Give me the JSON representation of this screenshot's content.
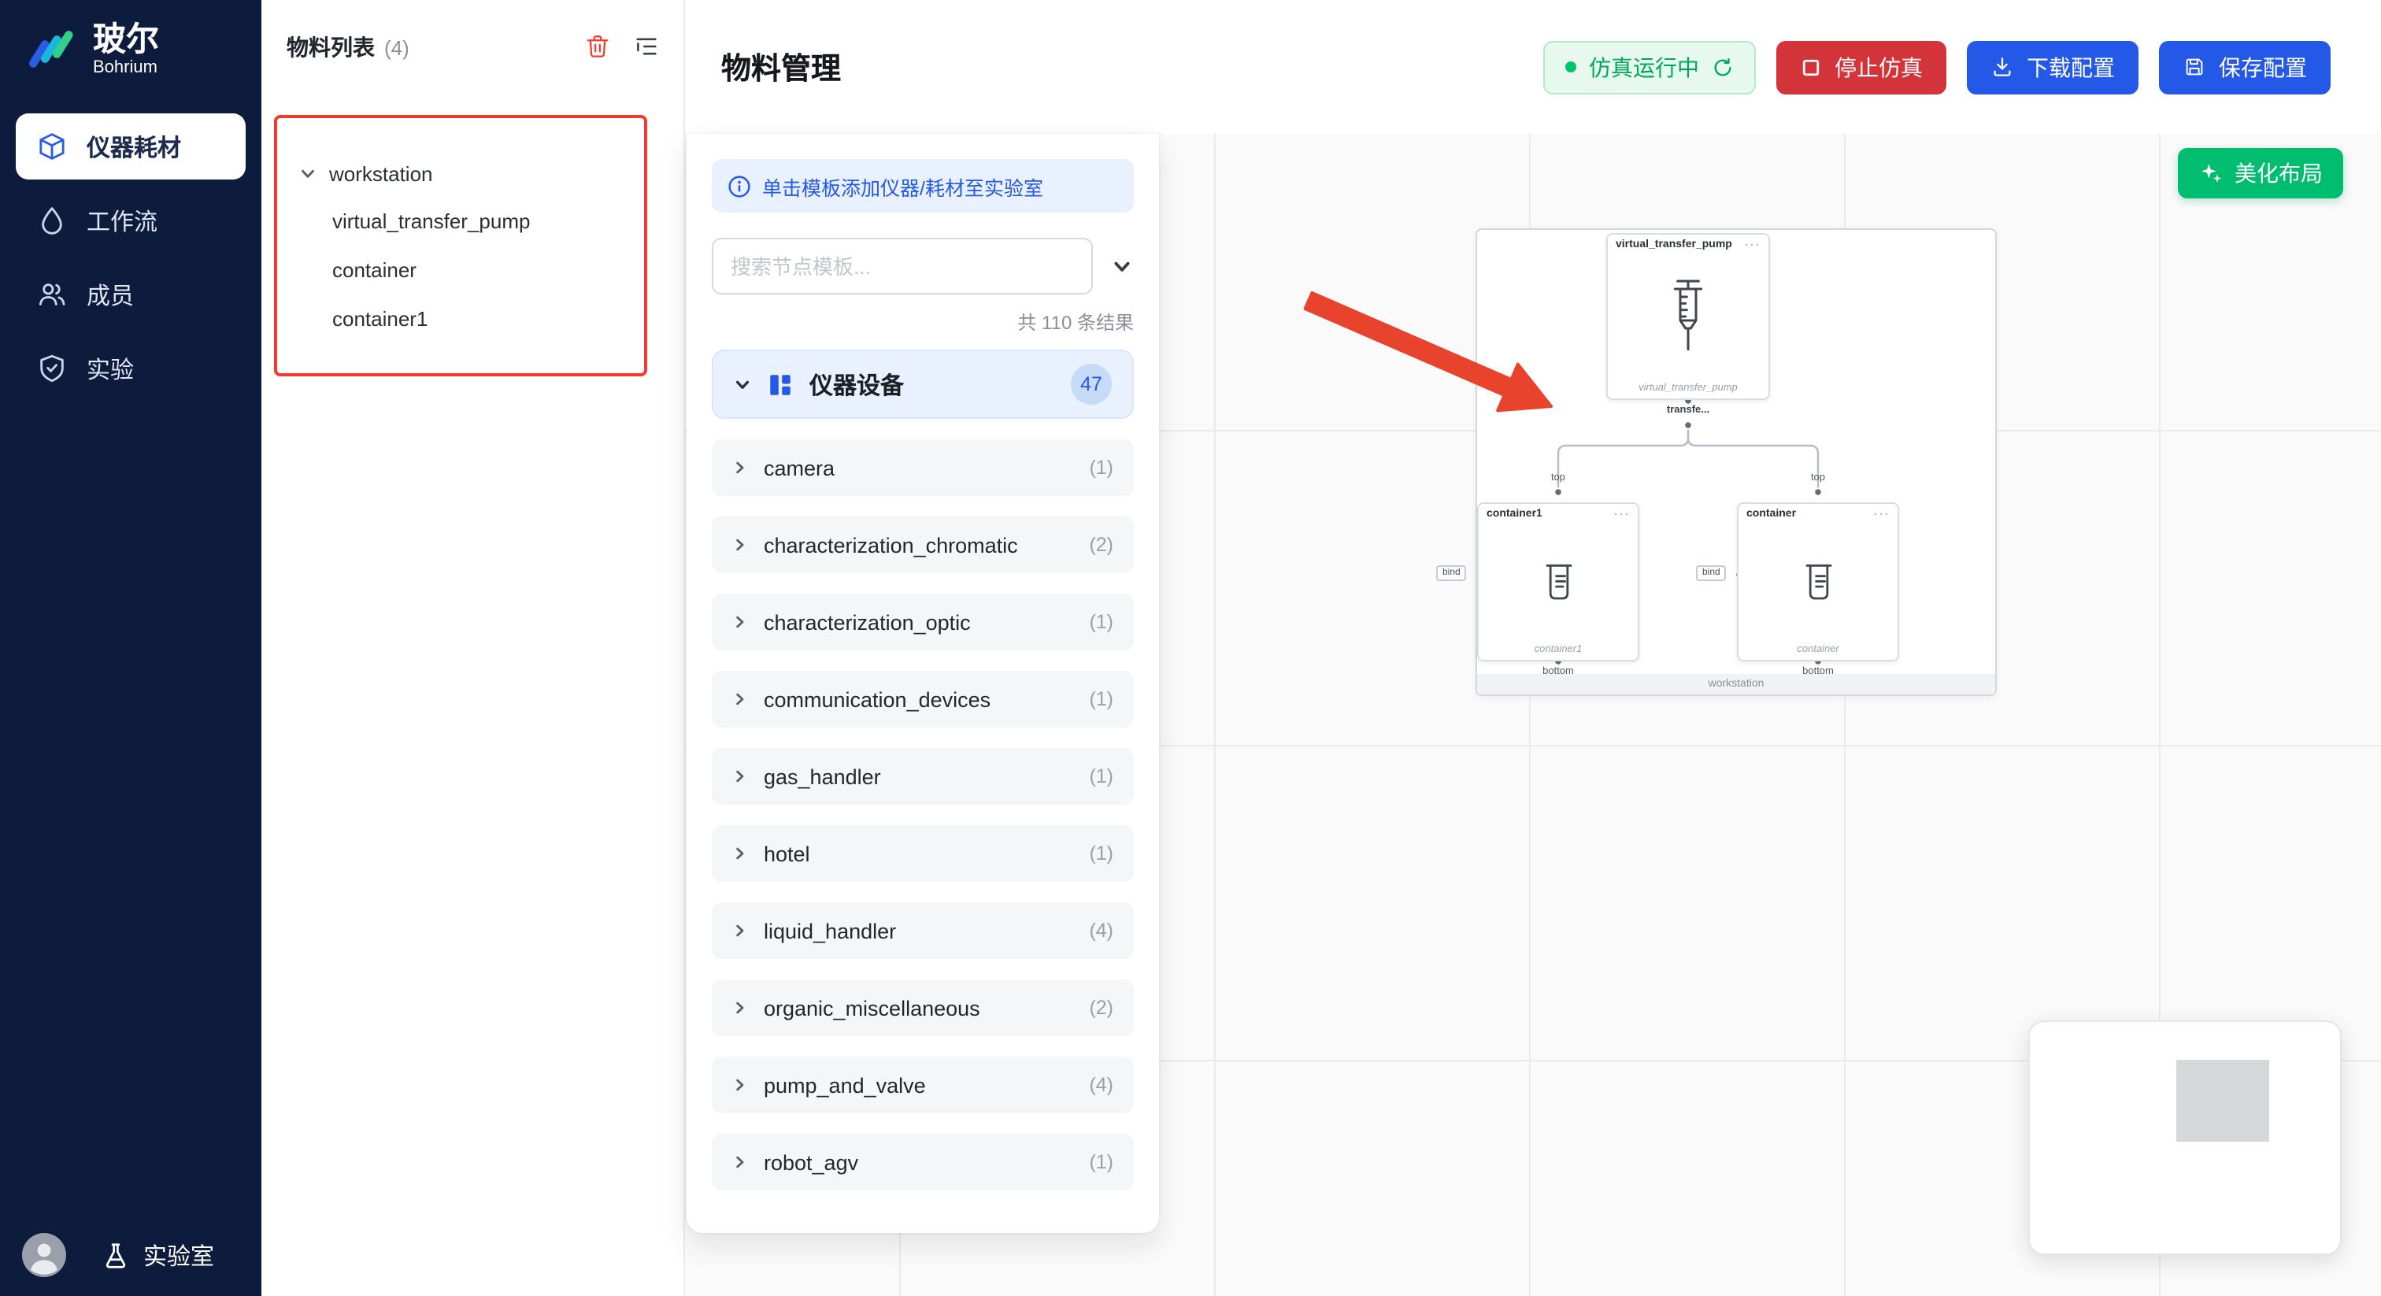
{
  "colors": {
    "sidebar_bg": "#0d1b3d",
    "accent_blue": "#2458e6",
    "danger_red": "#d2343a",
    "success_green": "#00a85c",
    "beautify_green": "#00bd6f",
    "annotation_red": "#e8442d",
    "highlight_border_red": "#f5392f"
  },
  "sidebar": {
    "logo": {
      "title": "玻尔",
      "subtitle": "Bohrium"
    },
    "items": [
      {
        "label": "仪器耗材"
      },
      {
        "label": "工作流"
      },
      {
        "label": "成员"
      },
      {
        "label": "实验"
      }
    ],
    "footer": {
      "lab_label": "实验室"
    }
  },
  "materials_panel": {
    "title": "物料列表",
    "count": "(4)",
    "tree": {
      "root": "workstation",
      "children": [
        "virtual_transfer_pump",
        "container",
        "container1"
      ]
    }
  },
  "header": {
    "title": "物料管理",
    "sim_status_label": "仿真运行中",
    "stop_label": "停止仿真",
    "download_label": "下载配置",
    "save_label": "保存配置"
  },
  "template_panel": {
    "banner_text": "单击模板添加仪器/耗材至实验室",
    "search_placeholder": "搜索节点模板...",
    "results_text": "共 110 条结果",
    "section": {
      "label": "仪器设备",
      "count": "47"
    },
    "items": [
      {
        "label": "camera",
        "count": "(1)"
      },
      {
        "label": "characterization_chromatic",
        "count": "(2)"
      },
      {
        "label": "characterization_optic",
        "count": "(1)"
      },
      {
        "label": "communication_devices",
        "count": "(1)"
      },
      {
        "label": "gas_handler",
        "count": "(1)"
      },
      {
        "label": "hotel",
        "count": "(1)"
      },
      {
        "label": "liquid_handler",
        "count": "(4)"
      },
      {
        "label": "organic_miscellaneous",
        "count": "(2)"
      },
      {
        "label": "pump_and_valve",
        "count": "(4)"
      },
      {
        "label": "robot_agv",
        "count": "(1)"
      }
    ]
  },
  "canvas": {
    "beautify_label": "美化布局",
    "workstation": {
      "group_label": "workstation",
      "node_menu": "···",
      "pump_node": {
        "title": "virtual_transfer_pump",
        "footer": "virtual_transfer_pump",
        "edge_label": "transfe..."
      },
      "container_nodes": [
        {
          "title": "container1",
          "footer": "container1"
        },
        {
          "title": "container",
          "footer": "container"
        }
      ],
      "port_labels": {
        "top": "top",
        "bottom": "bottom",
        "bind": "bind"
      }
    }
  }
}
